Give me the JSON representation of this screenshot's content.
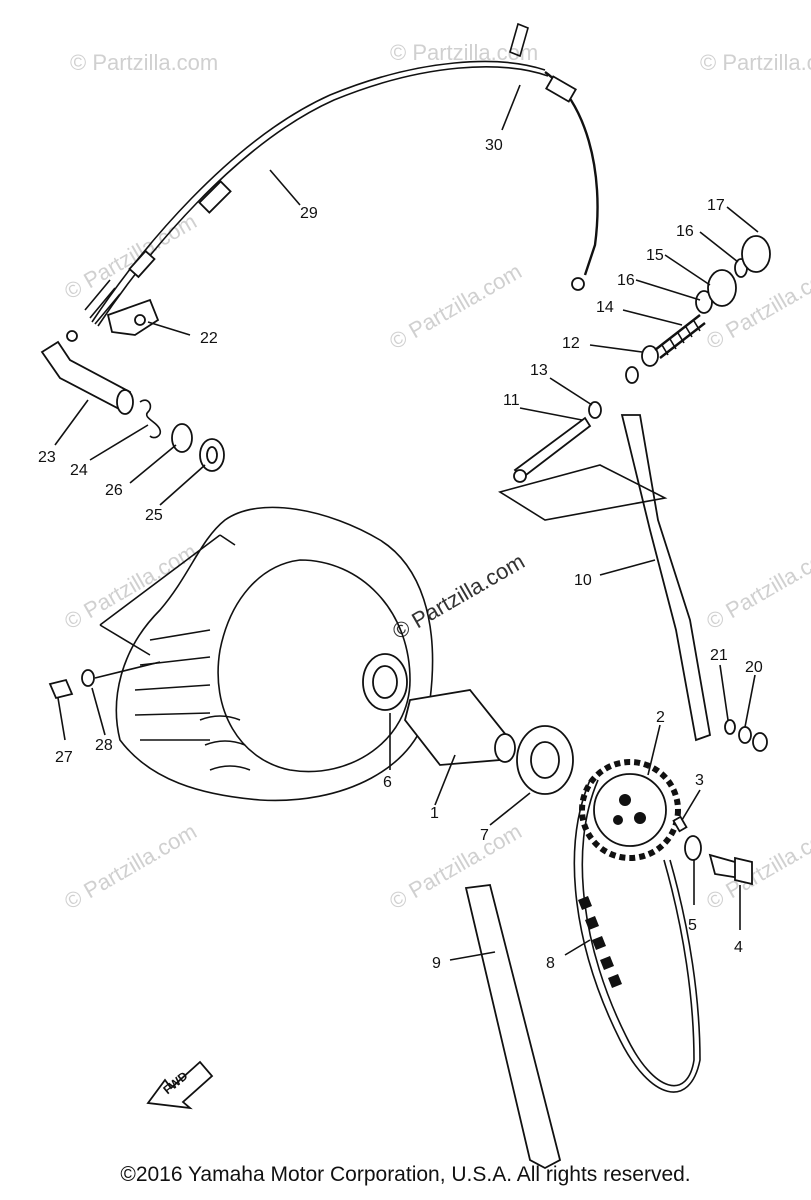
{
  "watermark": "© Partzilla.com",
  "copyright": "©2016 Yamaha Motor Corporation, U.S.A. All rights reserved.",
  "fwd_label": "FWD",
  "callouts": {
    "p1": "1",
    "p2": "2",
    "p3": "3",
    "p4": "4",
    "p5": "5",
    "p6": "6",
    "p7": "7",
    "p8": "8",
    "p9": "9",
    "p10": "10",
    "p11": "11",
    "p12": "12",
    "p13": "13",
    "p14": "14",
    "p15": "15",
    "p16a": "16",
    "p16b": "16",
    "p17": "17",
    "p20": "20",
    "p21": "21",
    "p22": "22",
    "p23": "23",
    "p24": "24",
    "p25": "25",
    "p26": "26",
    "p27": "27",
    "p28": "28",
    "p29": "29",
    "p30": "30"
  }
}
